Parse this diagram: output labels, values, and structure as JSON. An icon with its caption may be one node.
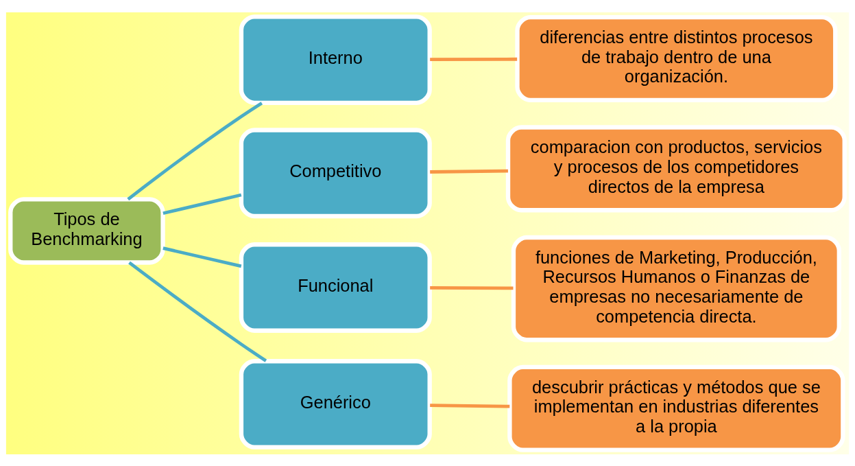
{
  "diagram": {
    "nodes": [
      {
        "text": [
          "Tipos de Benchmarking"
        ]
      },
      {
        "text": [
          "Interno"
        ]
      },
      {
        "text": [
          "diferencias entre distintos procesos de trabajo dentro de una organización."
        ]
      },
      {
        "text": [
          "Competitivo"
        ]
      },
      {
        "text": [
          "comparacion con productos, servicios y procesos de los competidores directos de la empresa"
        ]
      },
      {
        "text": [
          "Funcional"
        ]
      },
      {
        "text": [
          "funciones de Marketing, Producción, Recursos Humanos o Finanzas de empresas no necesariamente de competencia directa."
        ]
      },
      {
        "text": [
          "Genérico"
        ]
      },
      {
        "text": [
          "descubrir prácticas y métodos que se implementan en industrias diferentes a la propia"
        ]
      }
    ],
    "edges": [
      {
        "from": 0,
        "to": 1,
        "arrow": "none",
        "color": "#4bacc6"
      },
      {
        "from": 0,
        "to": 3,
        "arrow": "none",
        "color": "#4bacc6"
      },
      {
        "from": 0,
        "to": 5,
        "arrow": "none",
        "color": "#4bacc6"
      },
      {
        "from": 0,
        "to": 7,
        "arrow": "none",
        "color": "#4bacc6"
      },
      {
        "from": 1,
        "to": 2,
        "arrow": "none",
        "color": "#f79646"
      },
      {
        "from": 3,
        "to": 4,
        "arrow": "none",
        "color": "#f79646"
      },
      {
        "from": 5,
        "to": 6,
        "arrow": "none",
        "color": "#f79646"
      },
      {
        "from": 7,
        "to": 8,
        "arrow": "none",
        "color": "#f79646"
      }
    ]
  }
}
